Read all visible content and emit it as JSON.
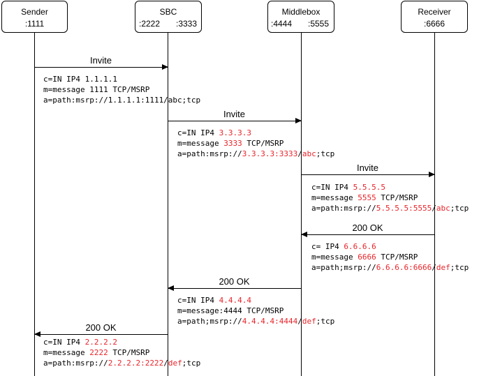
{
  "entities": {
    "sender": {
      "name": "Sender",
      "ports": [
        ":1111"
      ]
    },
    "sbc": {
      "name": "SBC",
      "ports": [
        ":2222",
        ":3333"
      ]
    },
    "middlebox": {
      "name": "Middlebox",
      "ports": [
        ":4444",
        ":5555"
      ]
    },
    "receiver": {
      "name": "Receiver",
      "ports": [
        ":6666"
      ]
    }
  },
  "messages": [
    {
      "label": "Invite",
      "lines": [
        [
          {
            "t": "c=IN IP4 1.1.1.1"
          }
        ],
        [
          {
            "t": "m=message 1111 TCP/MSRP"
          }
        ],
        [
          {
            "t": "a=path:msrp://1.1.1.1:1111/abc;tcp"
          }
        ]
      ]
    },
    {
      "label": "Invite",
      "lines": [
        [
          {
            "t": "c=IN IP4 "
          },
          {
            "t": "3.3.3.3",
            "r": true
          }
        ],
        [
          {
            "t": "m=message "
          },
          {
            "t": "3333",
            "r": true
          },
          {
            "t": " TCP/MSRP"
          }
        ],
        [
          {
            "t": "a=path:msrp://"
          },
          {
            "t": "3.3.3.3:3333",
            "r": true
          },
          {
            "t": "/"
          },
          {
            "t": "abc",
            "r": true
          },
          {
            "t": ";tcp"
          }
        ]
      ]
    },
    {
      "label": "Invite",
      "lines": [
        [
          {
            "t": "c=IN IP4 "
          },
          {
            "t": "5.5.5.5",
            "r": true
          }
        ],
        [
          {
            "t": "m=message "
          },
          {
            "t": "5555",
            "r": true
          },
          {
            "t": " TCP/MSRP"
          }
        ],
        [
          {
            "t": "a=path:msrp://"
          },
          {
            "t": "5.5.5.5:5555",
            "r": true
          },
          {
            "t": "/"
          },
          {
            "t": "abc",
            "r": true
          },
          {
            "t": ";tcp"
          }
        ]
      ]
    },
    {
      "label": "200 OK",
      "lines": [
        [
          {
            "t": "c= IP4 "
          },
          {
            "t": "6.6.6.6",
            "r": true
          }
        ],
        [
          {
            "t": "m=message "
          },
          {
            "t": "6666",
            "r": true
          },
          {
            "t": " TCP/MSRP"
          }
        ],
        [
          {
            "t": "a=path;msrp://"
          },
          {
            "t": "6.6.6.6:6666",
            "r": true
          },
          {
            "t": "/"
          },
          {
            "t": "def",
            "r": true
          },
          {
            "t": ";tcp"
          }
        ]
      ]
    },
    {
      "label": "200 OK",
      "lines": [
        [
          {
            "t": "c=IN IP4 "
          },
          {
            "t": "4.4.4.4",
            "r": true
          }
        ],
        [
          {
            "t": "m=message:4444 TCP/MSRP"
          }
        ],
        [
          {
            "t": "a=path;msrp://"
          },
          {
            "t": "4.4.4.4:4444",
            "r": true
          },
          {
            "t": "/"
          },
          {
            "t": "def",
            "r": true
          },
          {
            "t": ";tcp"
          }
        ]
      ]
    },
    {
      "label": "200 OK",
      "lines": [
        [
          {
            "t": "c=IN IP4 "
          },
          {
            "t": "2.2.2.2",
            "r": true
          }
        ],
        [
          {
            "t": "m=message "
          },
          {
            "t": "2222",
            "r": true
          },
          {
            "t": " TCP/MSRP"
          }
        ],
        [
          {
            "t": "a=path:msrp://"
          },
          {
            "t": "2.2.2.2:2222",
            "r": true
          },
          {
            "t": "/"
          },
          {
            "t": "def",
            "r": true
          },
          {
            "t": ";tcp"
          }
        ]
      ]
    }
  ],
  "colors": {
    "highlight": "#e8242a",
    "line": "#000000",
    "background": "#ffffff"
  }
}
